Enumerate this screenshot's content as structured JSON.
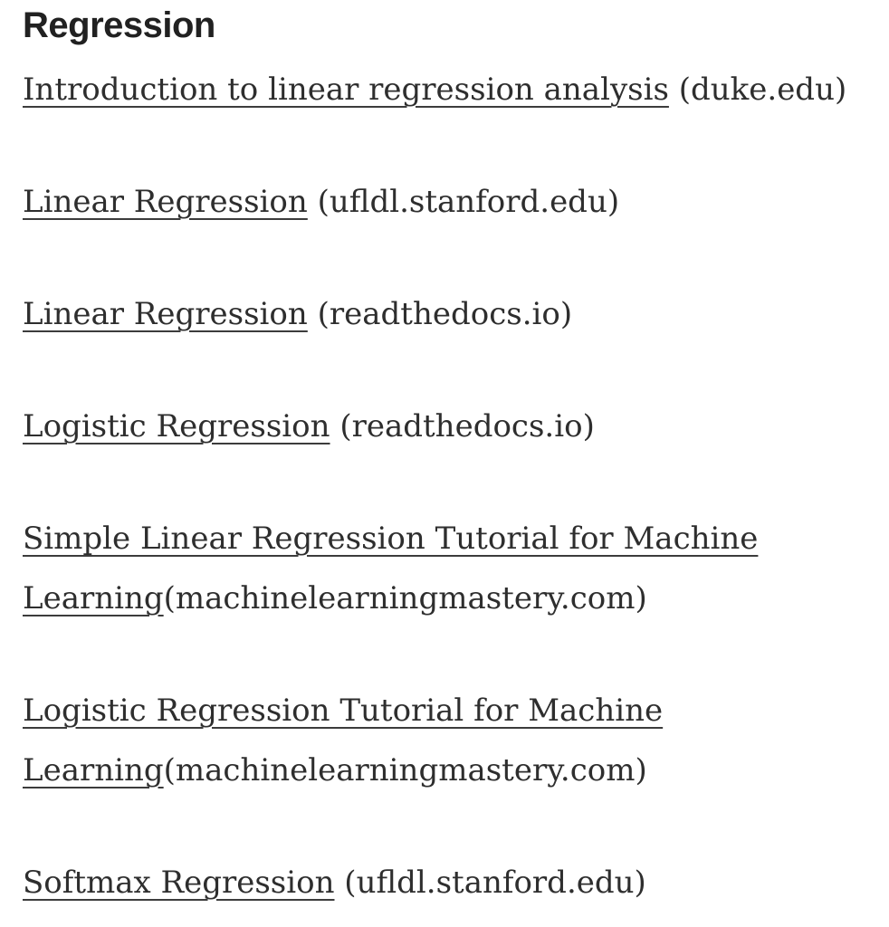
{
  "page": {
    "background_color": "#ffffff",
    "text_color": "#2e2e2e",
    "heading_color": "#212121"
  },
  "section": {
    "title": "Regression",
    "links": [
      {
        "text": "Introduction to linear regression analysis",
        "suffix": " (duke.edu)"
      },
      {
        "text": "Linear Regression",
        "suffix": " (ufldl.stanford.edu)"
      },
      {
        "text": "Linear Regression",
        "suffix": " (readthedocs.io)"
      },
      {
        "text": "Logistic Regression",
        "suffix": " (readthedocs.io)"
      },
      {
        "text": "Simple Linear Regression Tutorial for Machine Learning",
        "suffix": "(machinelearningmastery.com)"
      },
      {
        "text": "Logistic Regression Tutorial for Machine Learning",
        "suffix": "(machinelearningmastery.com)"
      },
      {
        "text": "Softmax Regression",
        "suffix": " (ufldl.stanford.edu)"
      }
    ]
  }
}
